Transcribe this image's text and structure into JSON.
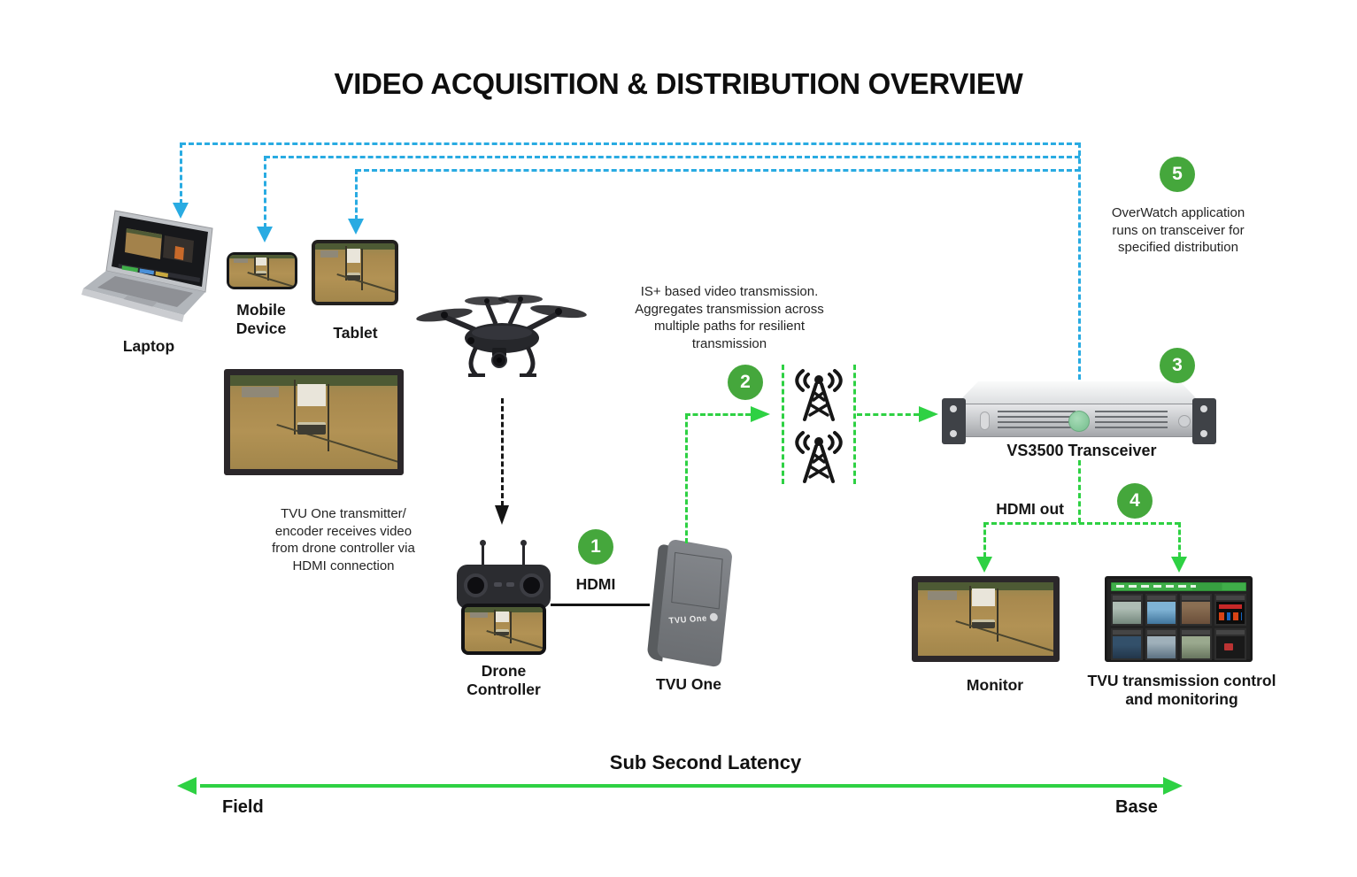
{
  "title": "VIDEO ACQUISITION & DISTRIBUTION OVERVIEW",
  "colors": {
    "accent_blue": "#29abe2",
    "badge_green": "#45a73c",
    "arrow_green": "#2ed143"
  },
  "field_devices": {
    "laptop_label": "Laptop",
    "mobile_label": "Mobile\nDevice",
    "tablet_label": "Tablet"
  },
  "notes": {
    "encoder_note": "TVU One transmitter/\nencoder receives video\nfrom drone controller via\nHDMI connection",
    "transmission_note": "IS+ based video transmission.\nAggregates transmission across\nmultiple paths for resilient\ntransmission",
    "overwatch_note": "OverWatch application\nruns on transceiver for\nspecified distribution"
  },
  "steps": [
    "1",
    "2",
    "3",
    "4",
    "5"
  ],
  "connections": {
    "hdmi_label": "HDMI",
    "hdmi_out_label": "HDMI out"
  },
  "equipment": {
    "drone_controller_label": "Drone\nController",
    "tvu_one_label": "TVU One",
    "tvu_one_device_text": "TVU One",
    "transceiver_label": "VS3500 Transceiver",
    "monitor_label": "Monitor",
    "control_monitor_label": "TVU transmission control\nand monitoring"
  },
  "footer": {
    "latency_label": "Sub Second Latency",
    "left_label": "Field",
    "right_label": "Base"
  }
}
